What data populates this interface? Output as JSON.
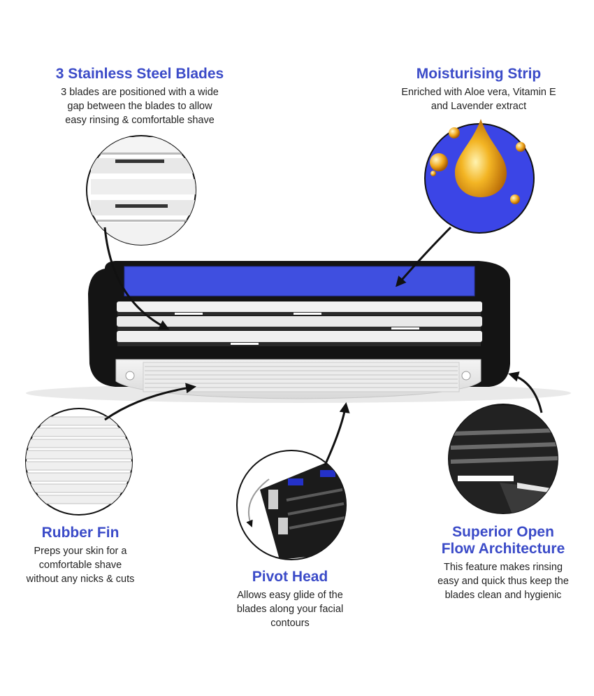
{
  "features": {
    "blades": {
      "title": "3 Stainless Steel Blades",
      "desc": "3 blades are positioned with a wide\ngap between the blades to allow\neasy rinsing & comfortable shave"
    },
    "strip": {
      "title": "Moisturising Strip",
      "desc": "Enriched with Aloe vera, Vitamin E\nand Lavender extract"
    },
    "fin": {
      "title": "Rubber Fin",
      "desc": "Preps your skin for a\ncomfortable shave\nwithout any nicks & cuts"
    },
    "pivot": {
      "title": "Pivot Head",
      "desc": "Allows easy glide of the\nblades along your facial\ncontours"
    },
    "flow": {
      "title": "Superior Open\nFlow Architecture",
      "desc": "This feature makes rinsing\neasy and quick thus keep the\nblades clean and hygienic"
    }
  },
  "colors": {
    "accent_title": "#3b4bc8",
    "strip_blue": "#3f4fe0",
    "cartridge_black": "#141414",
    "oil_gold": "#e8a418"
  }
}
